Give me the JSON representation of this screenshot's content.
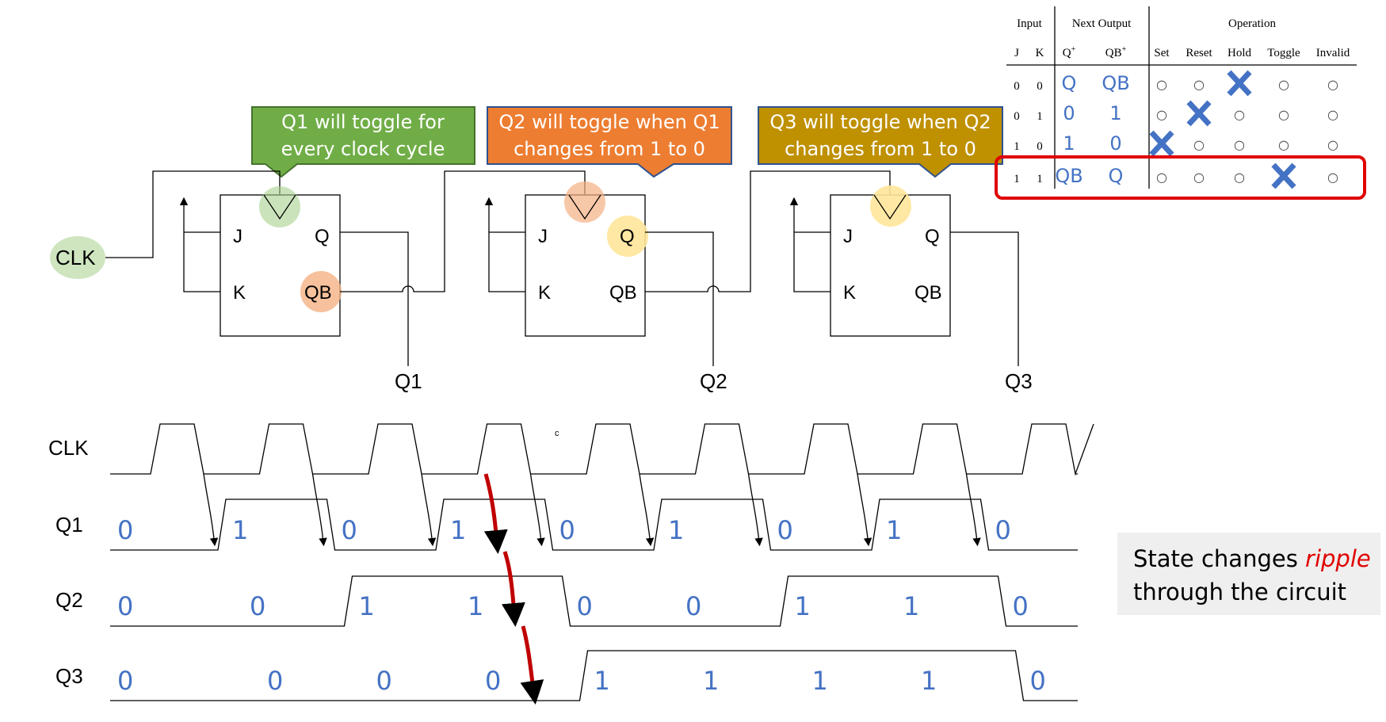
{
  "circuit": {
    "clk_label": "CLK",
    "pin_j": "J",
    "pin_k": "K",
    "pin_q": "Q",
    "pin_qb": "QB",
    "out_q1": "Q1",
    "out_q2": "Q2",
    "out_q3": "Q3"
  },
  "callouts": [
    {
      "line1": "Q1 will toggle for",
      "line2": "every clock cycle",
      "color": "#5b9b3d"
    },
    {
      "line1": "Q2 will toggle when Q1",
      "line2": "changes from 1 to 0",
      "color": "#ed7d31"
    },
    {
      "line1": "Q3 will toggle when Q2",
      "line2": "changes from 1 to 0",
      "color": "#bf9000"
    }
  ],
  "highlight_colors": {
    "green": "#a9d18e",
    "orange": "#f4b183",
    "yellow": "#ffe699",
    "red_box": "#e00000",
    "cross": "#4472c4"
  },
  "truth_table": {
    "header_groups": [
      "Input",
      "Next Output",
      "Operation"
    ],
    "columns": [
      "J",
      "K",
      "Q+",
      "QB+",
      "Set",
      "Reset",
      "Hold",
      "Toggle",
      "Invalid"
    ],
    "rows": [
      {
        "j": "0",
        "k": "0",
        "q": "Q",
        "qb": "QB",
        "op": "Hold"
      },
      {
        "j": "0",
        "k": "1",
        "q": "0",
        "qb": "1",
        "op": "Reset"
      },
      {
        "j": "1",
        "k": "0",
        "q": "1",
        "qb": "0",
        "op": "Set"
      },
      {
        "j": "1",
        "k": "1",
        "q": "QB",
        "qb": "Q",
        "op": "Toggle"
      }
    ],
    "circle_glyph": "○",
    "highlighted_row": 3
  },
  "timing": {
    "signals": [
      "CLK",
      "Q1",
      "Q2",
      "Q3"
    ],
    "stray_mark": "c",
    "q1_bits": [
      "0",
      "1",
      "0",
      "1",
      "0",
      "1",
      "0",
      "1",
      "0"
    ],
    "q2_bits": [
      "0",
      "0",
      "1",
      "1",
      "0",
      "0",
      "1",
      "1",
      "0"
    ],
    "q3_bits": [
      "0",
      "0",
      "0",
      "0",
      "1",
      "1",
      "1",
      "1",
      "0"
    ]
  },
  "note": {
    "text_before": "State changes ",
    "emphasis": "ripple",
    "text_after": "through the circuit"
  }
}
